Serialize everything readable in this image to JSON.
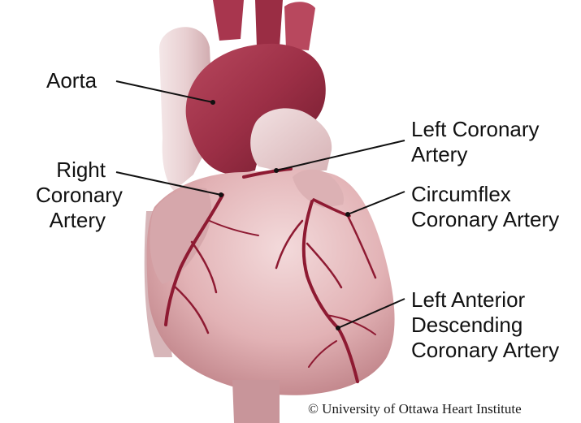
{
  "labels": {
    "aorta": [
      "Aorta"
    ],
    "right_coronary": [
      "Right",
      "Coronary",
      "Artery"
    ],
    "left_coronary": [
      "Left Coronary",
      "Artery"
    ],
    "circumflex": [
      "Circumflex",
      "Coronary Artery"
    ],
    "lad": [
      "Left Anterior",
      "Descending",
      "Coronary Artery"
    ]
  },
  "credit": "© University of Ottawa Heart Institute",
  "colors": {
    "heart": "#e3b4b6",
    "heart_shadow": "#c68b90",
    "aorta": "#9a2d44",
    "vessel": "#8e1a32",
    "vena": "#ecd7d8",
    "leader_line": "#111111"
  }
}
